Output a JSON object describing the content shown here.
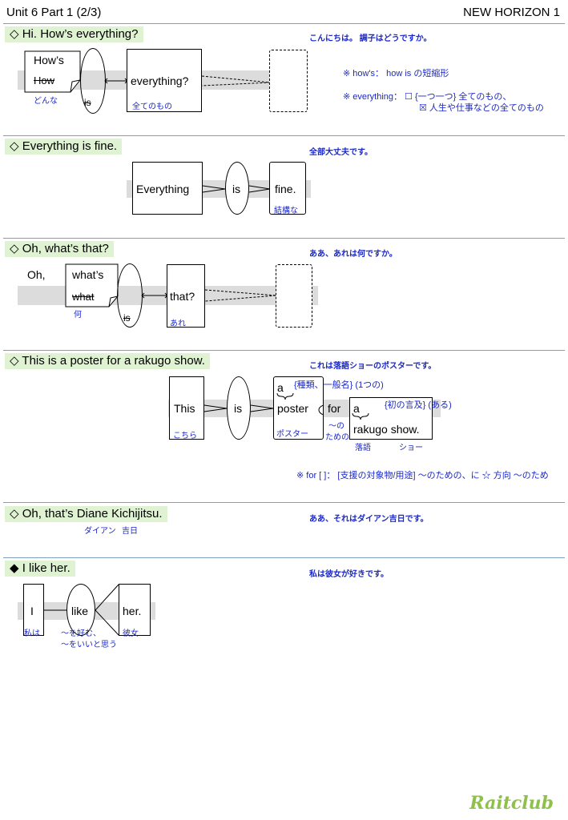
{
  "header": {
    "left": "Unit 6 Part 1 (2/3)",
    "right": "NEW HORIZON 1"
  },
  "s1": {
    "sentence": "◇ Hi. How’s everything?",
    "translation": "こんにちは。 調子はどうですか。",
    "w_hows": "How’s",
    "w_how": "How",
    "g_donna": "どんな",
    "w_is": "is",
    "w_everything": "everything?",
    "g_subete": "全てのもの",
    "note1": "※ how's： how is の短縮形",
    "note2": "※ everything： ☐ {一つ一つ} 全てのもの、",
    "note3": "☒ 人生や仕事などの全てのもの"
  },
  "s2": {
    "sentence": "◇ Everything is fine.",
    "translation": "全部大丈夫です。",
    "w_everything": "Everything",
    "w_is": "is",
    "w_fine": "fine.",
    "g_kekkou": "結構な"
  },
  "s3": {
    "sentence": "◇ Oh, what’s that?",
    "translation": "ああ、あれは何ですか。",
    "w_oh": "Oh,",
    "w_whats": "what’s",
    "w_what": "what",
    "g_nani": "何",
    "w_is": "is",
    "w_that": "that?",
    "g_are": "あれ"
  },
  "s4": {
    "sentence": "◇ This is a poster for a rakugo show.",
    "translation": "これは落語ショーのポスターです。",
    "w_this": "This",
    "g_kochira": "こちら",
    "w_is": "is",
    "w_a1": "a",
    "g_a1": "{種類、一般名} (1つの)",
    "w_poster": "poster",
    "g_poster": "ポスター",
    "w_for": "for",
    "g_for1": "～の",
    "g_for2": "ための",
    "w_a2": "a",
    "g_a2": "{初の言及} (ある)",
    "w_rakugo": "rakugo show.",
    "g_rakugo": "落語",
    "g_show": "ショー",
    "note": "※ for [ ]： [支援の対象物/用途] ～のための、に ☆ 方向 ～のため"
  },
  "s5": {
    "sentence": "◇ Oh, that’s Diane Kichijitsu.",
    "translation": "ああ、それはダイアン吉日です。",
    "g_diane": "ダイアン",
    "g_kichijitsu": "吉日"
  },
  "s6": {
    "sentence": "◆ I like her.",
    "translation": "私は彼女が好きです。",
    "w_i": "I",
    "g_watashi": "私は",
    "w_like": "like",
    "g_like1": "～を好む、",
    "g_like2": "～をいいと思う",
    "w_her": "her.",
    "g_kanojo": "彼女"
  },
  "logo": "Raitclub"
}
